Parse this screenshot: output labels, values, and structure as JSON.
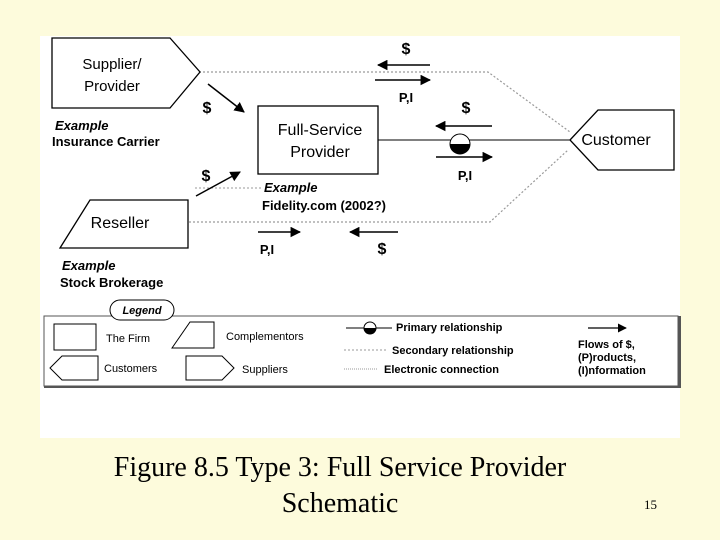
{
  "diagram": {
    "nodes": {
      "supplier": {
        "line1": "Supplier/",
        "line2": "Provider"
      },
      "firm": {
        "line1": "Full-Service",
        "line2": "Provider"
      },
      "customer": {
        "label": "Customer"
      },
      "reseller": {
        "label": "Reseller"
      }
    },
    "examples": {
      "supplier": {
        "title": "Example",
        "text": "Insurance Carrier"
      },
      "firm": {
        "title": "Example",
        "text": "Fidelity.com (2002?)"
      },
      "reseller": {
        "title": "Example",
        "text": "Stock Brokerage"
      }
    },
    "flows": {
      "top_money": "$",
      "top_pi": "P,I",
      "supplier_money": "$",
      "customer_money": "$",
      "customer_pi": "P,I",
      "reseller_money": "$",
      "bottom_pi": "P,I",
      "bottom_money": "$"
    }
  },
  "legend": {
    "title": "Legend",
    "the_firm": "The Firm",
    "complementors": "Complementors",
    "customers": "Customers",
    "suppliers": "Suppliers",
    "primary": "Primary relationship",
    "secondary": "Secondary relationship",
    "electronic": "Electronic connection",
    "flows_line1": "Flows of $,",
    "flows_line2": "(P)roducts,",
    "flows_line3": "(I)nformation"
  },
  "caption": {
    "line1": "Figure 8.5 Type 3: Full Service Provider",
    "line2": "Schematic"
  },
  "page_number": "15"
}
